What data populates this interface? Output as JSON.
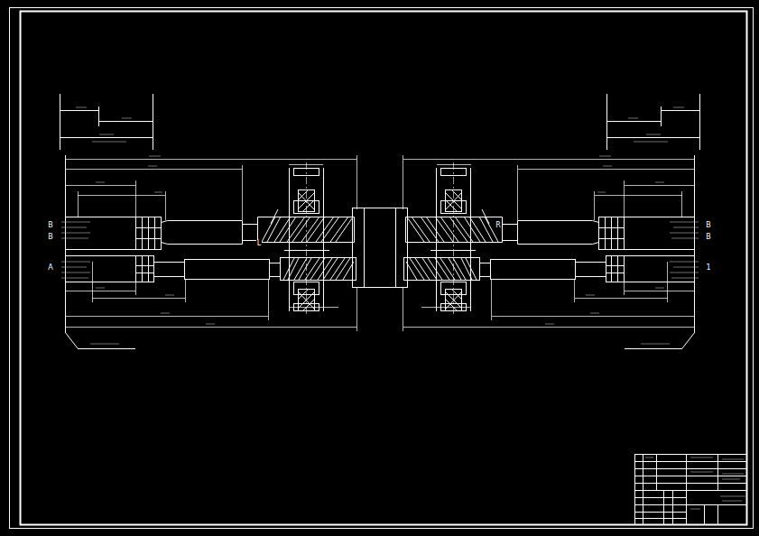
{
  "diagram": {
    "labels": [
      "B",
      "B",
      "A",
      "B",
      "B",
      "1",
      "L",
      "R"
    ]
  }
}
